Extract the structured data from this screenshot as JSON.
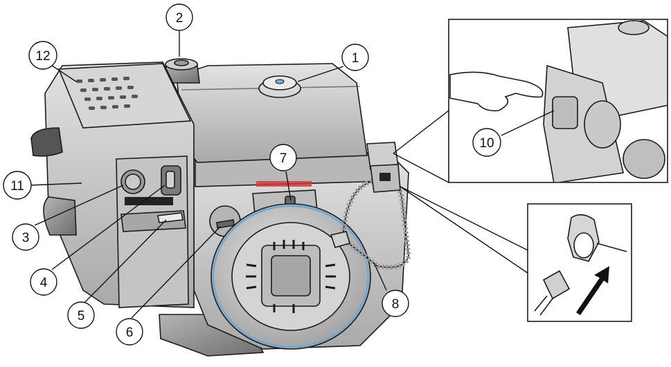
{
  "callouts": [
    {
      "id": "1",
      "label": "1"
    },
    {
      "id": "2",
      "label": "2"
    },
    {
      "id": "3",
      "label": "3"
    },
    {
      "id": "4",
      "label": "4"
    },
    {
      "id": "5",
      "label": "5"
    },
    {
      "id": "6",
      "label": "6"
    },
    {
      "id": "7",
      "label": "7"
    },
    {
      "id": "8",
      "label": "8"
    },
    {
      "id": "10",
      "label": "10"
    },
    {
      "id": "11",
      "label": "11"
    },
    {
      "id": "12",
      "label": "12"
    }
  ],
  "colors": {
    "body": "#c9c9c9",
    "body_dark": "#8f8f8f",
    "outline": "#1a1a1a",
    "accent_blue": "#6fa8d6",
    "accent_red": "#d23a3a"
  }
}
